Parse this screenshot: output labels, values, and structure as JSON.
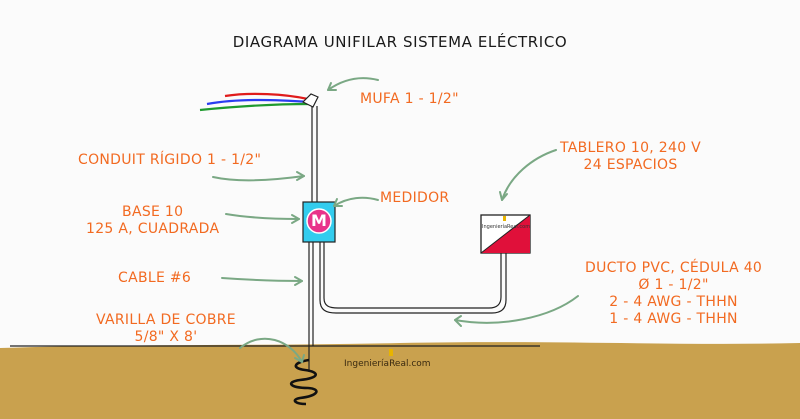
{
  "title": "DIAGRAMA UNIFILAR SISTEMA ELÉCTRICO",
  "labels": {
    "mufa": "MUFA 1 - 1/2\"",
    "conduit": "CONDUIT RÍGIDO 1 - 1/2\"",
    "tablero_line1": "TABLERO 10, 240 V",
    "tablero_line2": "24 ESPACIOS",
    "medidor": "MEDIDOR",
    "base_line1": "BASE 10",
    "base_line2": "125 A, CUADRADA",
    "cable": "CABLE #6",
    "ducto_line1": "DUCTO PVC, CÉDULA 40",
    "ducto_line2": "Ø 1 - 1/2\"",
    "ducto_line3": "2 - 4 AWG - THHN",
    "ducto_line4": "1 - 4 AWG - THHN",
    "varilla_line1": "VARILLA DE COBRE",
    "varilla_line2": "5/8\" X 8'"
  },
  "meter_letter": "M",
  "brand": "IngenieríaReal.com",
  "panel_brand": "IngenieríaReal.com",
  "colors": {
    "label": "#f26a21",
    "ground": "#c59a47",
    "wire_red": "#e01b1b",
    "wire_blue": "#2a3df0",
    "wire_green": "#1f9a2f",
    "meter_box": "#33ccee",
    "meter_circle": "#e8338a",
    "panel_red": "#e0103a",
    "arrow": "#7aa884"
  }
}
